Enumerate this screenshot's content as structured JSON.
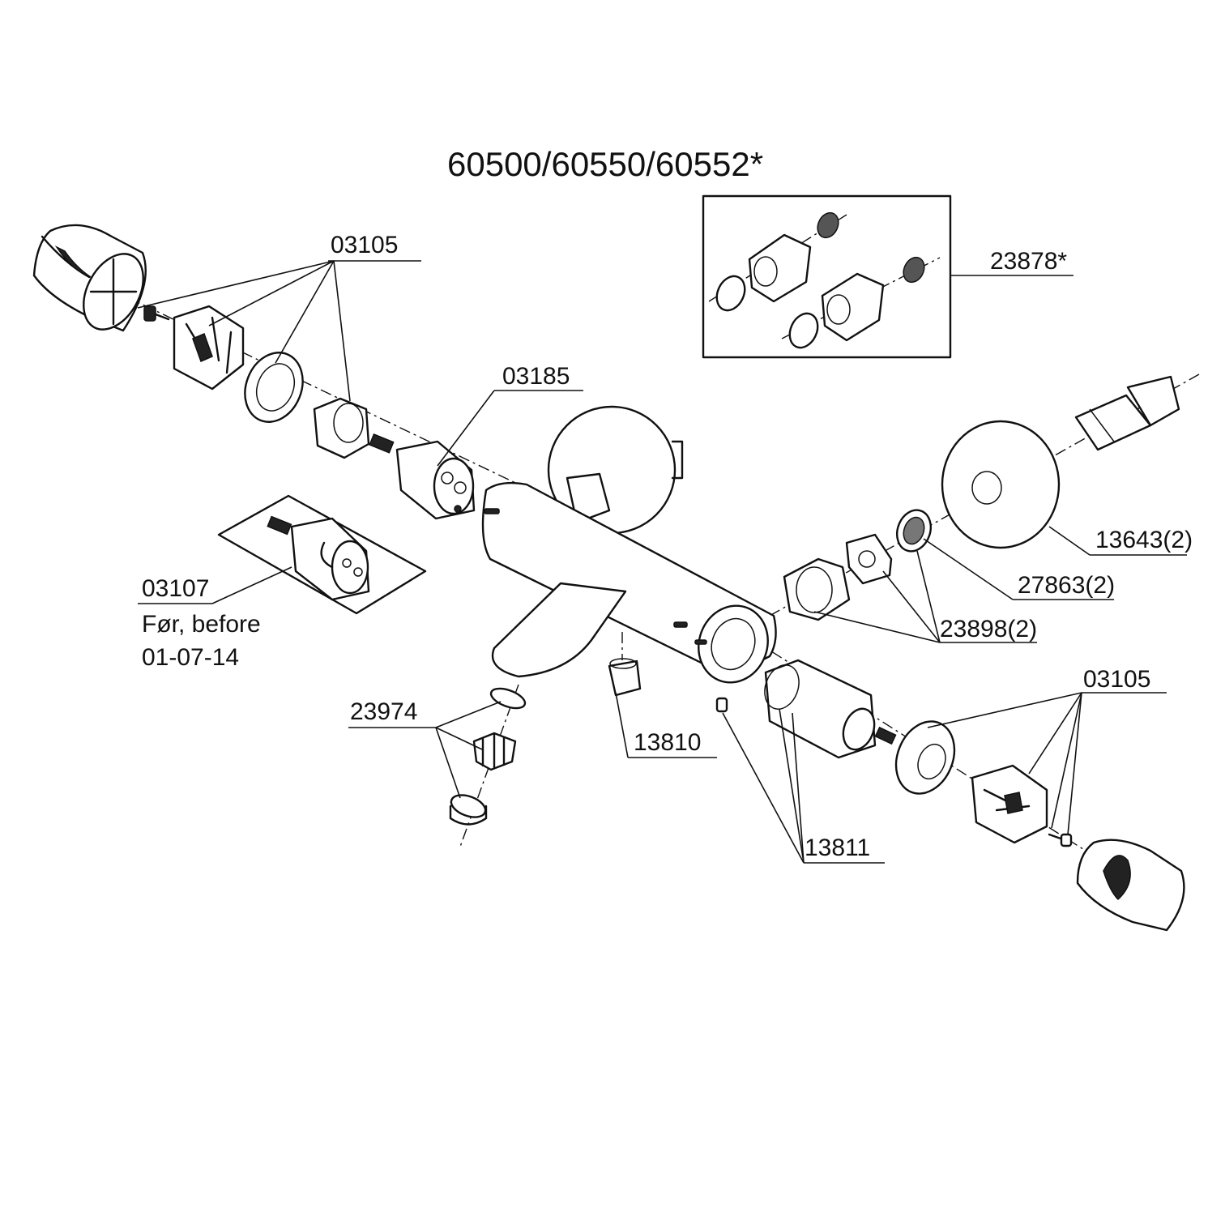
{
  "title": "60500/60550/60552*",
  "parts": {
    "handle_cartridge_left": "03105",
    "cartridge": "03185",
    "cartridge_old": "03107",
    "cartridge_old_note_1": "Før, before",
    "cartridge_old_note_2": "01-07-14",
    "connector_kit": "23878*",
    "wall_flange": "13643(2)",
    "filter": "27863(2)",
    "union_set": "23898(2)",
    "handle_cartridge_right": "03105",
    "aerator_set": "23974",
    "spout_plug": "13810",
    "thermostat_cartridge": "13811"
  }
}
